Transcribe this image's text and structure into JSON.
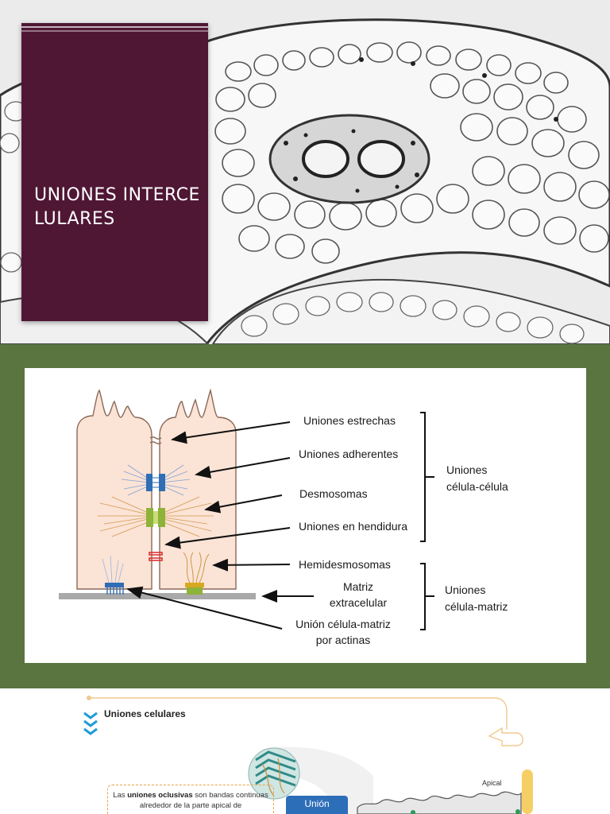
{
  "slide1": {
    "title": "UNIONES INTERCELULARES"
  },
  "slide2": {
    "labels": {
      "uniones_estrechas": "Uniones estrechas",
      "uniones_adherentes": "Uniones adherentes",
      "desmosomas": "Desmosomas",
      "uniones_hendidura": "Uniones en hendidura",
      "hemidesmosomas": "Hemidesmosomas",
      "matriz_l1": "Matriz",
      "matriz_l2": "extracelular",
      "union_actinas_l1": "Unión célula-matriz",
      "union_actinas_l2": "por actinas",
      "grupo_cc_l1": "Uniones",
      "grupo_cc_l2": "célula-célula",
      "grupo_cm_l1": "Uniones",
      "grupo_cm_l2": "célula-matriz"
    }
  },
  "slide3": {
    "title": "Uniones celulares",
    "apical": "Apical",
    "text_prefix": "Las ",
    "text_bold": "uniones oclusivas",
    "text_suffix": " son bandas continuas alrededor de la parte apical de",
    "union_button": "Unión"
  },
  "colors": {
    "title_panel": "#4f1734",
    "slide2_bg": "#5a7540",
    "cell_fill": "#fbe3d5",
    "adherent_blue": "#2f6db5",
    "desmosome_green": "#8db33a",
    "hemidesmo_yellow": "#d9a821",
    "accent_blue": "#2d6eb8",
    "accent_orange": "#e8a447"
  }
}
